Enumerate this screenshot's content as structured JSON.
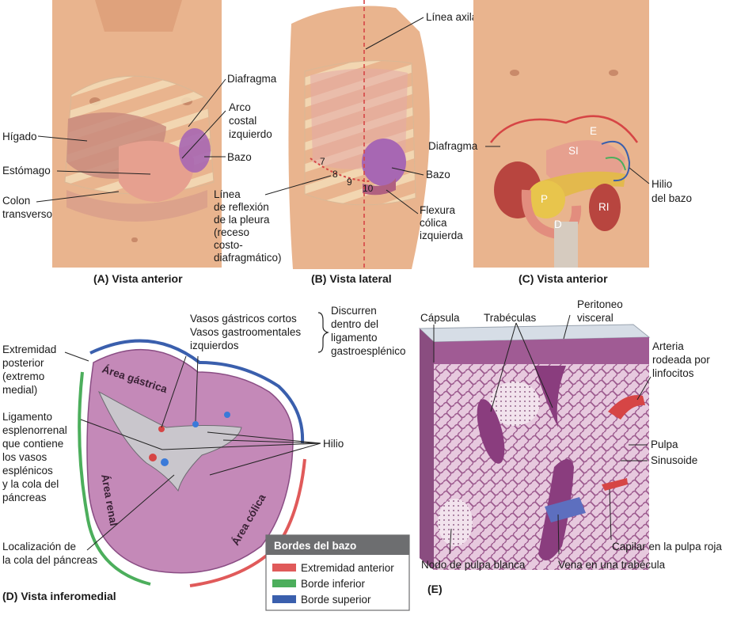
{
  "panels": {
    "a": {
      "caption": "(A) Vista anterior",
      "labels": {
        "diafragma": "Diafragma",
        "arco": [
          "Arco",
          "costal",
          "izquierdo"
        ],
        "higado": "Hígado",
        "bazo": "Bazo",
        "estomago": "Estómago",
        "colon": [
          "Colon",
          "transverso"
        ]
      }
    },
    "b": {
      "caption": "(B) Vista lateral",
      "labels": {
        "axilar": "Línea axilar media",
        "bazo": "Bazo",
        "linea": [
          "Línea",
          "de reflexión",
          "de la pleura",
          "(receso",
          "costo-",
          "diafragmático)"
        ],
        "flexura": [
          "Flexura",
          "cólica",
          "izquierda"
        ]
      },
      "ribs": [
        "7",
        "8",
        "9",
        "10"
      ]
    },
    "c": {
      "caption": "(C) Vista anterior",
      "labels": {
        "diafragma": "Diafragma",
        "E": "E",
        "SI": "SI",
        "P": "P",
        "D": "D",
        "RI": "RI",
        "hilio": [
          "Hilio",
          "del bazo"
        ]
      }
    },
    "d": {
      "caption": "(D) Vista inferomedial",
      "vasos": [
        "Vasos gástricos cortos",
        "Vasos gastroomentales",
        "izquierdos"
      ],
      "discurren": [
        "Discurren",
        "dentro del",
        "ligamento",
        "gastroesplénico"
      ],
      "extremidad": [
        "Extremidad",
        "posterior",
        "(extremo",
        "medial)"
      ],
      "ligamento": [
        "Ligamento",
        "esplenorrenal",
        "que contiene",
        "los vasos",
        "esplénicos",
        "y la cola del",
        "páncreas"
      ],
      "hilio": "Hilio",
      "localizacion": [
        "Localización de",
        "la cola del páncreas"
      ],
      "area_gastrica": "Área gástrica",
      "area_renal": "Área renal",
      "area_colica": "Área cólica",
      "legend": {
        "title": "Bordes del bazo",
        "items": [
          {
            "label": "Extremidad anterior",
            "color": "#e05a5a"
          },
          {
            "label": "Borde inferior",
            "color": "#4cae5c"
          },
          {
            "label": "Borde superior",
            "color": "#3a5fad"
          }
        ]
      }
    },
    "e": {
      "caption": "(E)",
      "capsula": "Cápsula",
      "trabeculas": "Trabéculas",
      "peritoneo": [
        "Peritoneo",
        "visceral"
      ],
      "arteria": [
        "Arteria",
        "rodeada por",
        "linfocitos"
      ],
      "pulpa": "Pulpa",
      "sinusoide": "Sinusoide",
      "capilar": "Capilar en la pulpa roja",
      "nodo": "Nodo de pulpa blanca",
      "vena": "Vena en una trabécula"
    }
  },
  "colors": {
    "skin": "#e9b48e",
    "spleen": "#a767b3",
    "tissue": "#c489b8",
    "legend_header": "#6d6e70",
    "red_border": "#e05a5a",
    "green_border": "#4cae5c",
    "blue_border": "#3a5fad"
  }
}
